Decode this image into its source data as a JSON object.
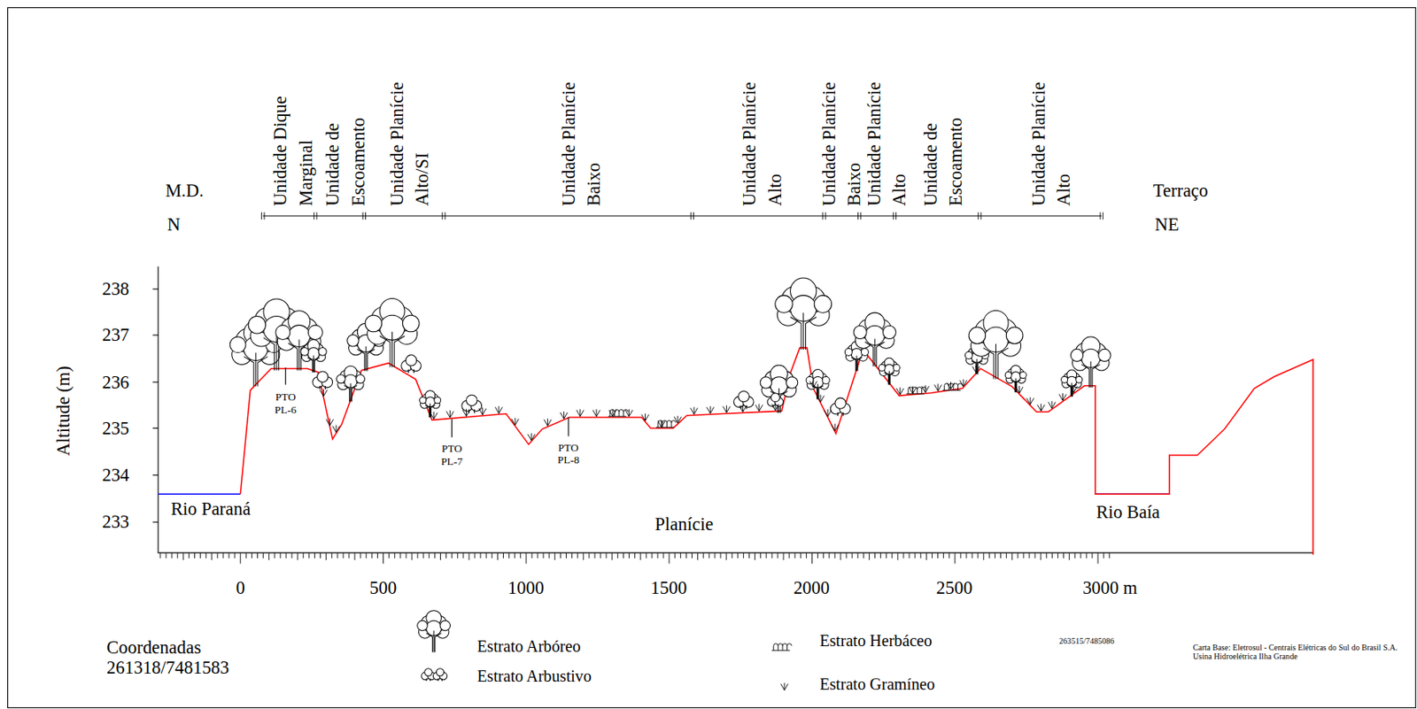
{
  "diagram": {
    "labels": [
      "M.D.",
      "N",
      "Unidade Dique Marginal",
      "Unidade de Escoamento",
      "Unidade Planície Alto/SI",
      "Unidade Planície Baixo",
      "Unidade Planície Alto",
      "Unidade Planície Baixo",
      "Unidade Planície Alto",
      "Unidade de Escoamento",
      "Unidade Planície Alto",
      "Terraço",
      "NE",
      "Altitude (m)",
      "238",
      "237",
      "236",
      "235",
      "234",
      "233",
      "Rio Paraná",
      "PTO PL-6",
      "PTO PL-7",
      "PTO PL-8",
      "Planície",
      "Rio Baía",
      "0",
      "500",
      "1000",
      "1500",
      "2000",
      "2500",
      "3000 m",
      "Coordenadas 261318/7481583",
      "263515/7485086",
      "Carta Base: Eletrosul - Centrais Elétricas do Sul do Brasil S.A. Usina Hidroelétrica Ilha Grande"
    ],
    "legend": [
      {
        "text": "Estrato Arbóreo"
      },
      {
        "text": "Estrato Arbustivo"
      },
      {
        "text": "Estrato Herbáceo"
      },
      {
        "text": "Estrato Gramíneo"
      }
    ]
  }
}
